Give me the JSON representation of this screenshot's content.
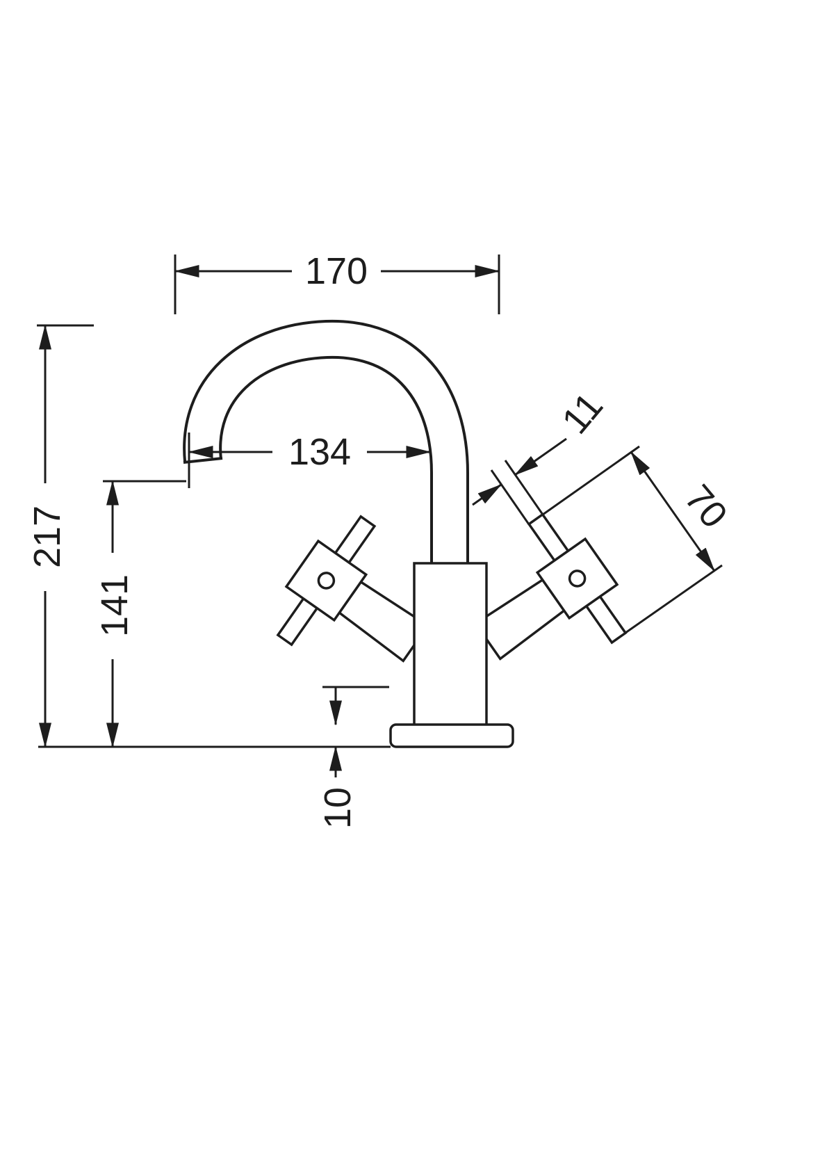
{
  "drawing": {
    "dimensions": {
      "overall_width": "170",
      "spout_reach": "134",
      "overall_height": "217",
      "spout_outlet_height": "141",
      "handle_bar_diameter": "11",
      "handle_width": "70",
      "base_plate_height": "10"
    },
    "colors": {
      "line": "#1d1d1d",
      "background": "#ffffff"
    }
  }
}
